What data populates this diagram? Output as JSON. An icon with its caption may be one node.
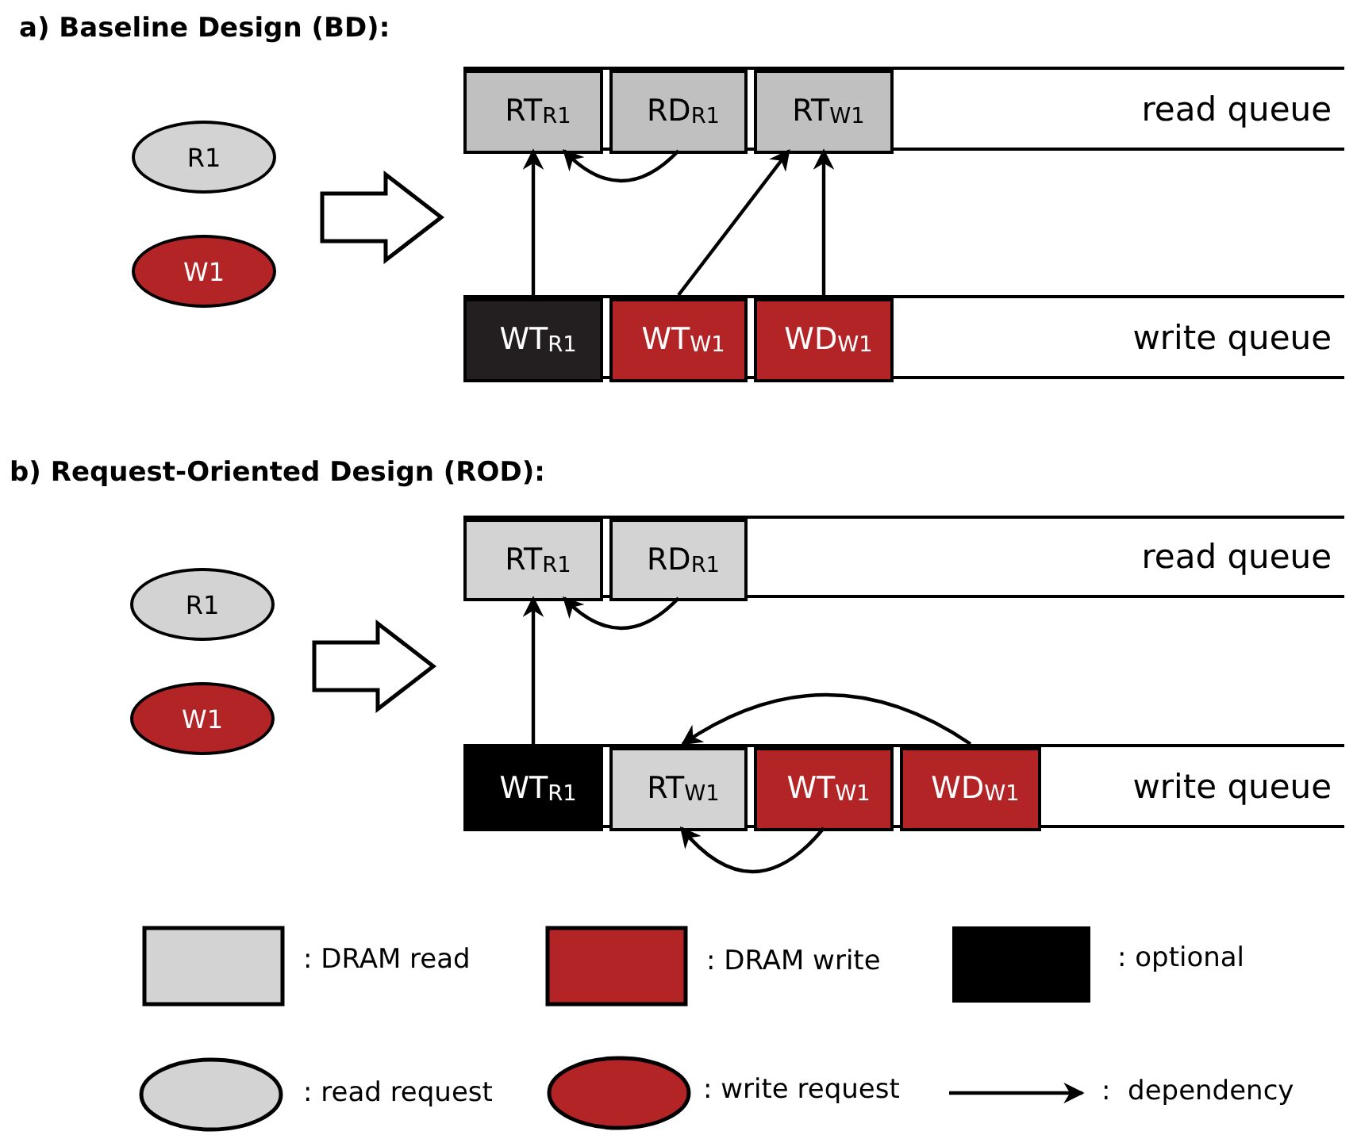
{
  "diagram": {
    "nodes": [
      {
        "text": [
          "R1"
        ]
      },
      {
        "text": [
          "W1"
        ]
      },
      {
        "text": [
          "read queue"
        ]
      },
      {
        "text": [
          "RT$_{R1}$"
        ],
        "in": 2
      },
      {
        "text": [
          "RD$_{R1}$"
        ],
        "in": 2
      },
      {
        "text": [
          "RT$_{W1}$"
        ],
        "in": 2
      },
      {
        "text": [
          "write queue"
        ]
      },
      {
        "text": [
          "WT$_{R1}$"
        ],
        "in": 6
      },
      {
        "text": [
          "WT$_{W1}$"
        ],
        "in": 6
      },
      {
        "text": [
          "WD$_{W1}$"
        ],
        "in": 6
      },
      {
        "text": [
          "R1"
        ]
      },
      {
        "text": [
          "W1"
        ]
      },
      {
        "text": [
          "read queue"
        ]
      },
      {
        "text": [
          "RT$_{R1}$"
        ],
        "in": 12
      },
      {
        "text": [
          "RD$_{R1}$"
        ],
        "in": 12
      },
      {
        "text": [
          "write queue"
        ]
      },
      {
        "text": [
          "WT$_{R1}$"
        ],
        "in": 15
      },
      {
        "text": [
          "RT$_{W1}$"
        ],
        "in": 15
      },
      {
        "text": [
          "WT$_{W1}$"
        ],
        "in": 15
      },
      {
        "text": [
          "WD$_{W1}$"
        ],
        "in": 15
      }
    ],
    "edges": [
      {
        "from": 4,
        "to": 3,
        "arrow": "to"
      },
      {
        "from": 7,
        "to": 3,
        "arrow": "to"
      },
      {
        "from": 8,
        "to": 5,
        "arrow": "to"
      },
      {
        "from": 9,
        "to": 5,
        "arrow": "to"
      },
      {
        "from": 14,
        "to": 13,
        "arrow": "to"
      },
      {
        "from": 16,
        "to": 13,
        "arrow": "to"
      },
      {
        "from": 19,
        "to": 17,
        "arrow": "to"
      },
      {
        "from": 18,
        "to": 17,
        "arrow": "to"
      }
    ],
    "labels": [
      "a) Baseline Design (BD):",
      "b) Request-Oriented Design (ROD):"
    ],
    "legend": [
      {
        "text": ": DRAM read",
        "color": "#d3d3d3"
      },
      {
        "text": ": DRAM write",
        "color": "#b22426"
      },
      {
        "text": ": optional",
        "color": "#000000"
      },
      {
        "text": ": read request"
      },
      {
        "text": ": write request"
      },
      {
        "text": ":  dependency"
      }
    ]
  }
}
